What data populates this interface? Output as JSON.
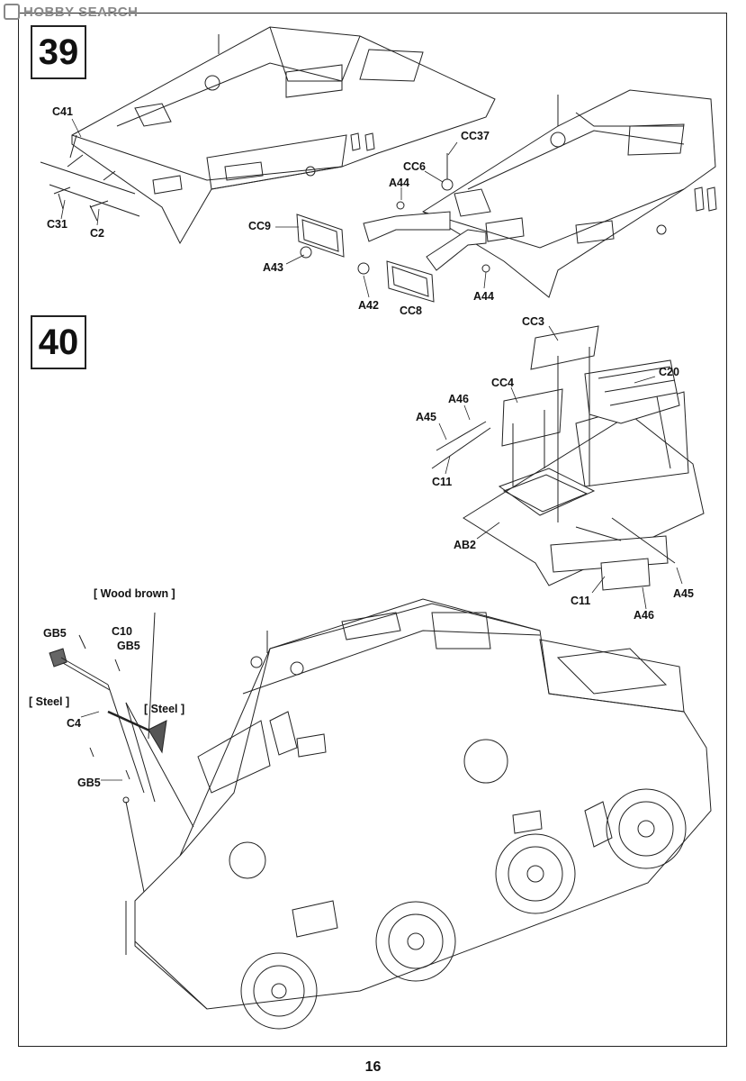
{
  "watermark": "HOBBY SEARCH",
  "steps": [
    {
      "number": "39"
    },
    {
      "number": "40"
    }
  ],
  "step39_labels": {
    "c41": "C41",
    "c31": "C31",
    "c2": "C2",
    "cc37": "CC37",
    "cc6": "CC6",
    "a44_top": "A44",
    "cc9": "CC9",
    "a43": "A43",
    "a42": "A42",
    "cc8": "CC8",
    "a44_bottom": "A44"
  },
  "step40_labels": {
    "cc3": "CC3",
    "cc4": "CC4",
    "c20": "C20",
    "a46_top": "A46",
    "a45_top": "A45",
    "c11_top": "C11",
    "ab2": "AB2",
    "c11_bottom": "C11",
    "a45_bottom": "A45",
    "a46_bottom": "A46"
  },
  "tools_labels": {
    "wood_brown": "[ Wood brown ]",
    "gb5_a": "GB5",
    "c10": "C10",
    "gb5_b": "GB5",
    "steel_a": "[ Steel ]",
    "steel_b": "[ Steel ]",
    "c4": "C4",
    "gb5_c": "GB5"
  },
  "page_number": "16"
}
